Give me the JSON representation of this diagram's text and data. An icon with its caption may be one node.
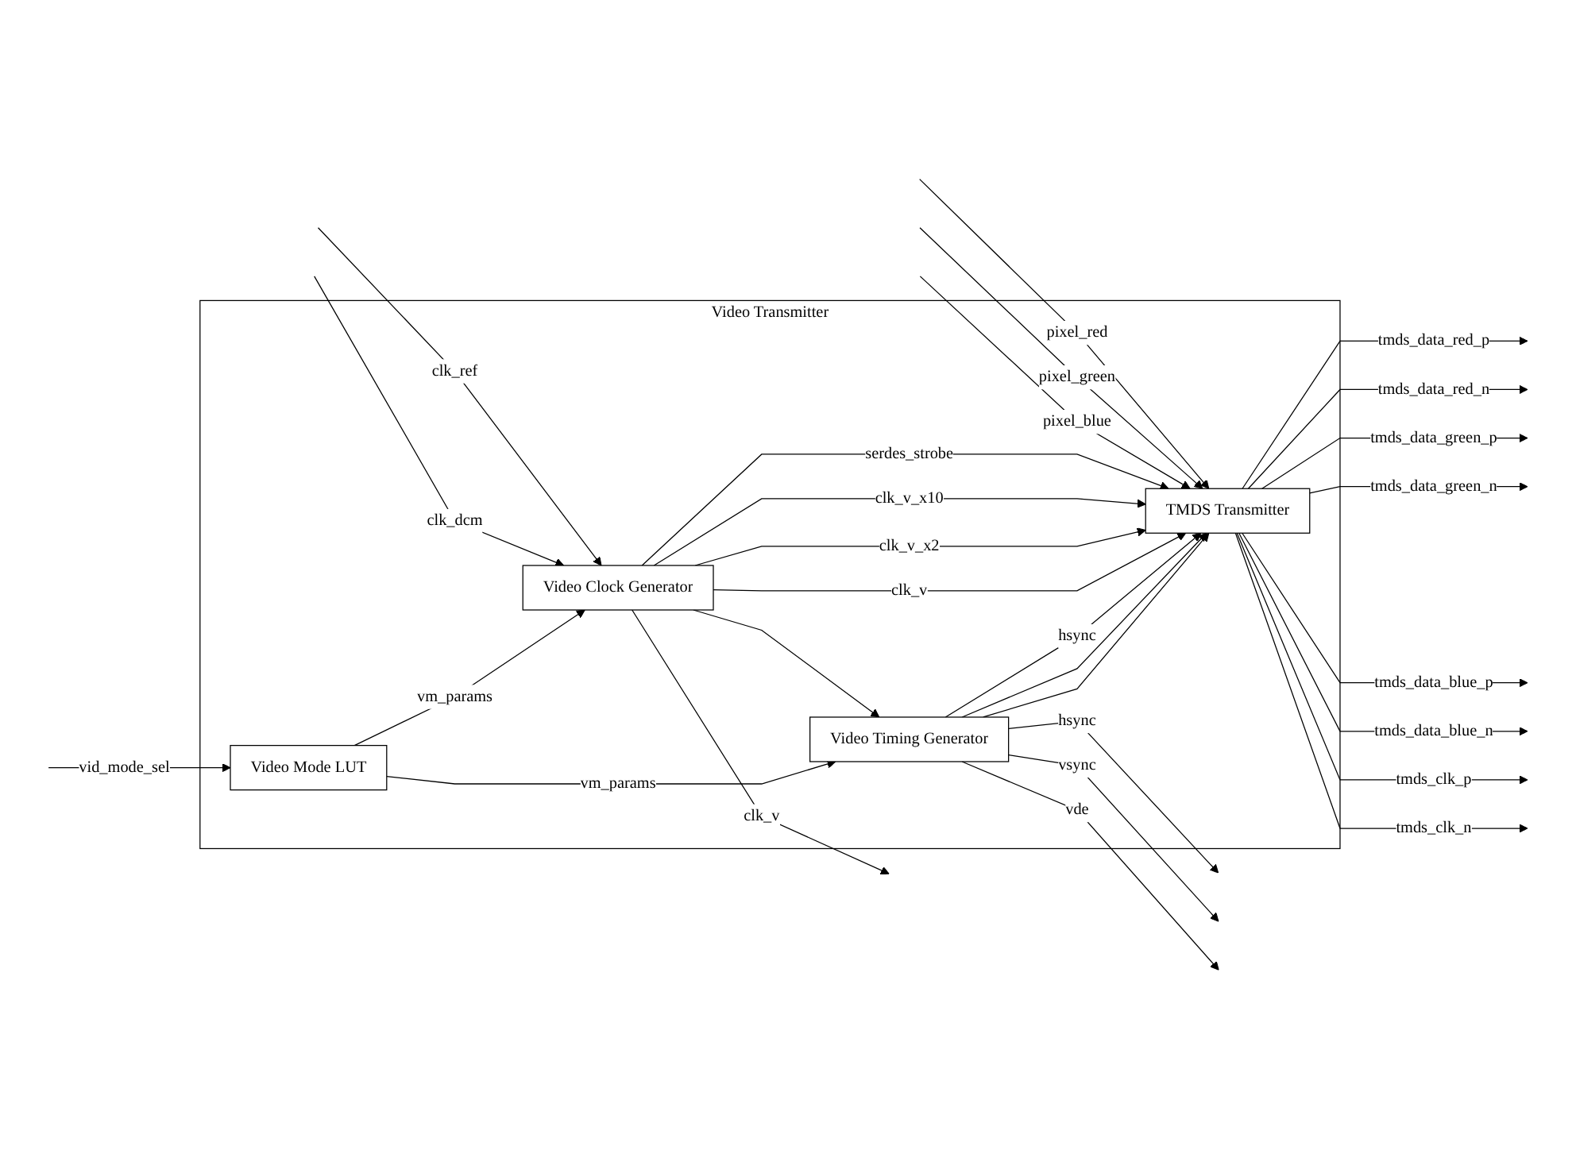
{
  "diagram": {
    "nodes": [
      {
        "text": [
          "Video Transmitter"
        ]
      },
      {
        "text": [
          "TMDS Transmitter"
        ],
        "in": 0
      },
      {
        "text": [
          "Video Clock Generator"
        ],
        "in": 0
      },
      {
        "text": [
          "Video Mode LUT"
        ],
        "in": 0
      },
      {
        "text": [
          "Video Timing Generator"
        ],
        "in": 0
      }
    ],
    "edges": [
      {
        "from": null,
        "to": 1,
        "arrow": "to",
        "label": "pixel_red"
      },
      {
        "from": null,
        "to": 1,
        "arrow": "to",
        "label": "pixel_green"
      },
      {
        "from": null,
        "to": 1,
        "arrow": "to",
        "label": "pixel_blue"
      },
      {
        "from": null,
        "to": 2,
        "arrow": "to",
        "label": "clk_ref"
      },
      {
        "from": null,
        "to": 2,
        "arrow": "to",
        "label": "clk_dcm"
      },
      {
        "from": null,
        "to": 3,
        "arrow": "to",
        "label": "vid_mode_sel"
      },
      {
        "from": 2,
        "to": 1,
        "arrow": "to",
        "label": "serdes_strobe"
      },
      {
        "from": 2,
        "to": 1,
        "arrow": "to",
        "label": "clk_v_x10"
      },
      {
        "from": 2,
        "to": 1,
        "arrow": "to",
        "label": "clk_v_x2"
      },
      {
        "from": 2,
        "to": 1,
        "arrow": "to",
        "label": "clk_v"
      },
      {
        "from": 2,
        "to": 4,
        "arrow": "to"
      },
      {
        "from": 2,
        "to": null,
        "arrow": "to",
        "label": "clk_v"
      },
      {
        "from": 3,
        "to": 2,
        "arrow": "to",
        "label": "vm_params"
      },
      {
        "from": 3,
        "to": 4,
        "arrow": "to",
        "label": "vm_params"
      },
      {
        "from": 4,
        "to": 1,
        "arrow": "to",
        "label": "hsync"
      },
      {
        "from": 4,
        "to": 1,
        "arrow": "to"
      },
      {
        "from": 4,
        "to": 1,
        "arrow": "to"
      },
      {
        "from": 4,
        "to": null,
        "arrow": "to",
        "label": "hsync"
      },
      {
        "from": 4,
        "to": null,
        "arrow": "to",
        "label": "vsync"
      },
      {
        "from": 4,
        "to": null,
        "arrow": "to",
        "label": "vde"
      },
      {
        "from": 1,
        "to": null,
        "arrow": "to",
        "label": "tmds_data_red_p"
      },
      {
        "from": 1,
        "to": null,
        "arrow": "to",
        "label": "tmds_data_red_n"
      },
      {
        "from": 1,
        "to": null,
        "arrow": "to",
        "label": "tmds_data_green_p"
      },
      {
        "from": 1,
        "to": null,
        "arrow": "to",
        "label": "tmds_data_green_n"
      },
      {
        "from": 1,
        "to": null,
        "arrow": "to",
        "label": "tmds_data_blue_p"
      },
      {
        "from": 1,
        "to": null,
        "arrow": "to",
        "label": "tmds_data_blue_n"
      },
      {
        "from": 1,
        "to": null,
        "arrow": "to",
        "label": "tmds_clk_p"
      },
      {
        "from": 1,
        "to": null,
        "arrow": "to",
        "label": "tmds_clk_n"
      }
    ]
  }
}
